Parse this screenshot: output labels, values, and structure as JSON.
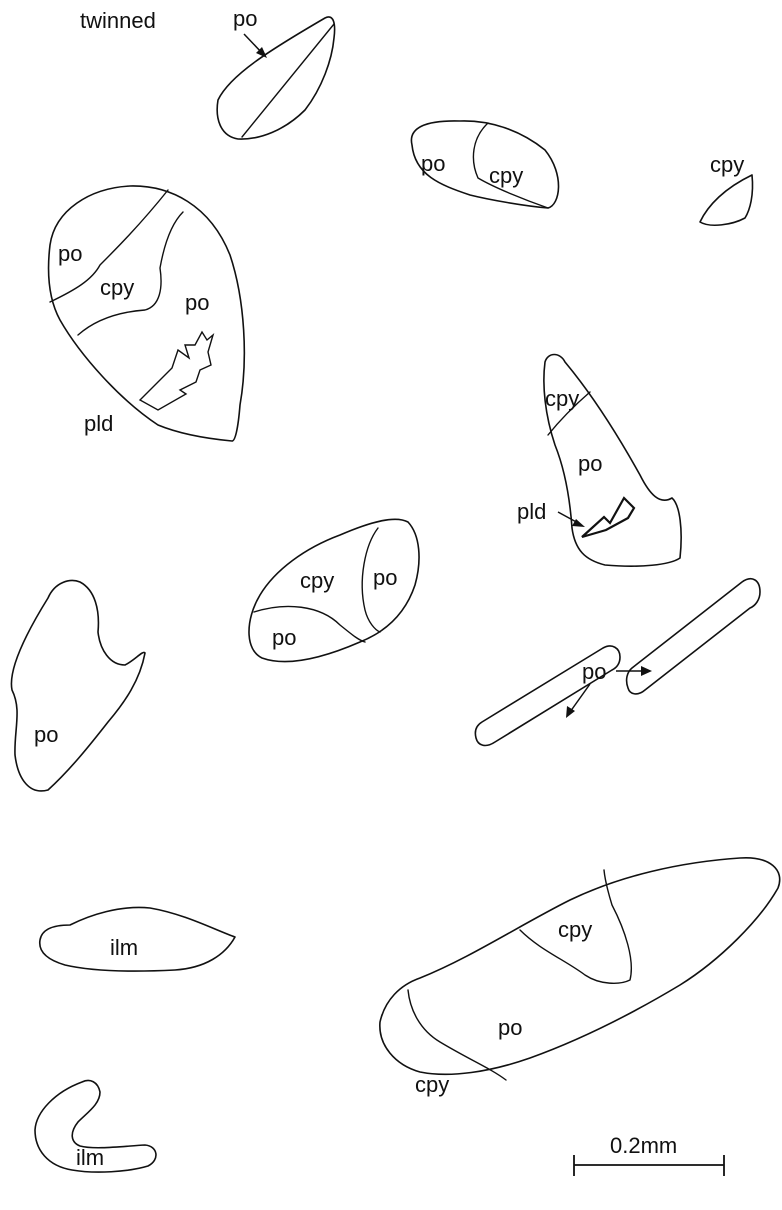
{
  "labels": {
    "twinned": "twinned",
    "po": "po",
    "cpy": "cpy",
    "pld": "pld",
    "ilm": "ilm"
  },
  "scale_bar": {
    "label": "0.2mm"
  }
}
